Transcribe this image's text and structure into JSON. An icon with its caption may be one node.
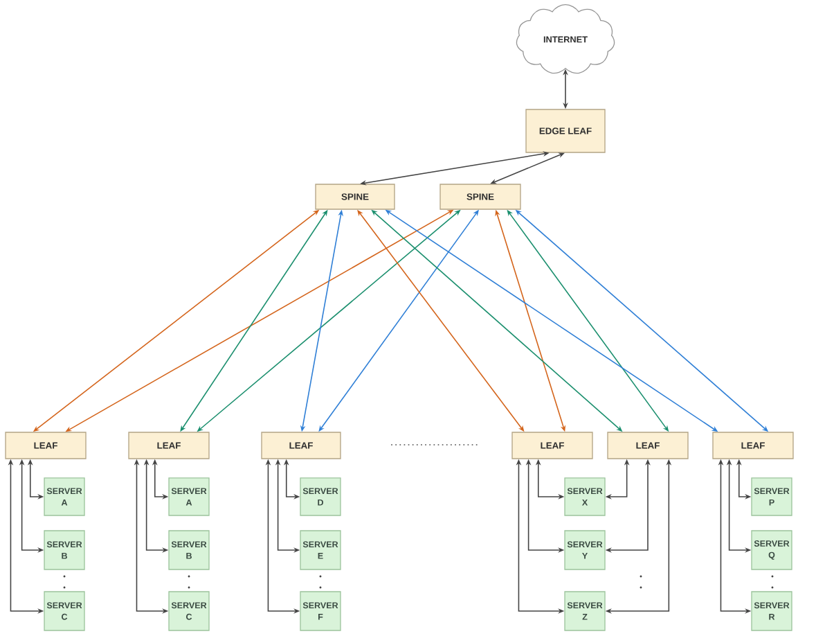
{
  "diagram": {
    "nodes": [
      {
        "text": [
          "INTERNET"
        ]
      },
      {
        "text": [
          "EDGE LEAF"
        ]
      },
      {
        "text": [
          "SPINE"
        ]
      },
      {
        "text": [
          "SPINE"
        ]
      },
      {
        "text": [
          "LEAF"
        ]
      },
      {
        "text": [
          "LEAF"
        ]
      },
      {
        "text": [
          "LEAF"
        ]
      },
      {
        "text": [
          "LEAF"
        ]
      },
      {
        "text": [
          "LEAF"
        ]
      },
      {
        "text": [
          "LEAF"
        ]
      },
      {
        "text": [
          "SERVER A"
        ]
      },
      {
        "text": [
          "SERVER B"
        ]
      },
      {
        "text": [
          "SERVER C"
        ]
      },
      {
        "text": [
          "SERVER A"
        ]
      },
      {
        "text": [
          "SERVER B"
        ]
      },
      {
        "text": [
          "SERVER C"
        ]
      },
      {
        "text": [
          "SERVER D"
        ]
      },
      {
        "text": [
          "SERVER E"
        ]
      },
      {
        "text": [
          "SERVER F"
        ]
      },
      {
        "text": [
          "SERVER X"
        ]
      },
      {
        "text": [
          "SERVER Y"
        ]
      },
      {
        "text": [
          "SERVER Z"
        ]
      },
      {
        "text": [
          "SERVER P"
        ]
      },
      {
        "text": [
          "SERVER Q"
        ]
      },
      {
        "text": [
          "SERVER R"
        ]
      }
    ],
    "edges": [
      {
        "from": 0,
        "to": 1,
        "arrow": "both"
      },
      {
        "from": 1,
        "to": 2,
        "arrow": "both"
      },
      {
        "from": 1,
        "to": 3,
        "arrow": "both"
      },
      {
        "from": 2,
        "to": 4,
        "arrow": "both",
        "color": "#d4651c"
      },
      {
        "from": 3,
        "to": 4,
        "arrow": "both",
        "color": "#d4651c"
      },
      {
        "from": 2,
        "to": 5,
        "arrow": "both",
        "color": "#1b8f6e"
      },
      {
        "from": 3,
        "to": 5,
        "arrow": "both",
        "color": "#1b8f6e"
      },
      {
        "from": 2,
        "to": 6,
        "arrow": "both",
        "color": "#2f7fd6"
      },
      {
        "from": 3,
        "to": 6,
        "arrow": "both",
        "color": "#2f7fd6"
      },
      {
        "from": 2,
        "to": 7,
        "arrow": "both",
        "color": "#d4651c"
      },
      {
        "from": 3,
        "to": 7,
        "arrow": "both",
        "color": "#d4651c"
      },
      {
        "from": 2,
        "to": 8,
        "arrow": "both",
        "color": "#1b8f6e"
      },
      {
        "from": 3,
        "to": 8,
        "arrow": "both",
        "color": "#1b8f6e"
      },
      {
        "from": 2,
        "to": 9,
        "arrow": "both",
        "color": "#2f7fd6"
      },
      {
        "from": 3,
        "to": 9,
        "arrow": "both",
        "color": "#2f7fd6"
      },
      {
        "from": 4,
        "to": 10,
        "arrow": "both"
      },
      {
        "from": 4,
        "to": 11,
        "arrow": "both"
      },
      {
        "from": 4,
        "to": 12,
        "arrow": "both"
      },
      {
        "from": 5,
        "to": 13,
        "arrow": "both"
      },
      {
        "from": 5,
        "to": 14,
        "arrow": "both"
      },
      {
        "from": 5,
        "to": 15,
        "arrow": "both"
      },
      {
        "from": 6,
        "to": 16,
        "arrow": "both"
      },
      {
        "from": 6,
        "to": 17,
        "arrow": "both"
      },
      {
        "from": 6,
        "to": 18,
        "arrow": "both"
      },
      {
        "from": 7,
        "to": 19,
        "arrow": "both"
      },
      {
        "from": 7,
        "to": 20,
        "arrow": "both"
      },
      {
        "from": 7,
        "to": 21,
        "arrow": "both"
      },
      {
        "from": 8,
        "to": 19,
        "arrow": "both"
      },
      {
        "from": 8,
        "to": 20,
        "arrow": "both"
      },
      {
        "from": 8,
        "to": 21,
        "arrow": "both"
      },
      {
        "from": 9,
        "to": 22,
        "arrow": "both"
      },
      {
        "from": 9,
        "to": 23,
        "arrow": "both"
      },
      {
        "from": 9,
        "to": 24,
        "arrow": "both"
      }
    ]
  }
}
